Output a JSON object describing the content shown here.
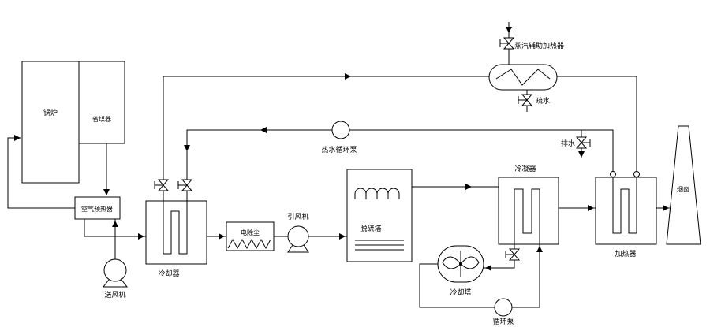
{
  "diagram": {
    "labels": {
      "boiler": "锅炉",
      "economizer": "省煤器",
      "air_preheater": "空气预热器",
      "fd_fan": "送风机",
      "cooler": "冷却器",
      "esp": "电除尘",
      "id_fan": "引风机",
      "fgd_tower": "脱硫塔",
      "condenser": "冷凝器",
      "heater": "加热器",
      "chimney": "烟囱",
      "steam_aux_heater": "蒸汽辅助加热器",
      "steam_trap": "疏水",
      "drain": "排水",
      "hot_water_pump": "热水循环泵",
      "cooling_tower": "冷却塔",
      "circulation_pump": "循环泵"
    },
    "colors": {
      "line": "#000000",
      "background": "#ffffff"
    }
  }
}
